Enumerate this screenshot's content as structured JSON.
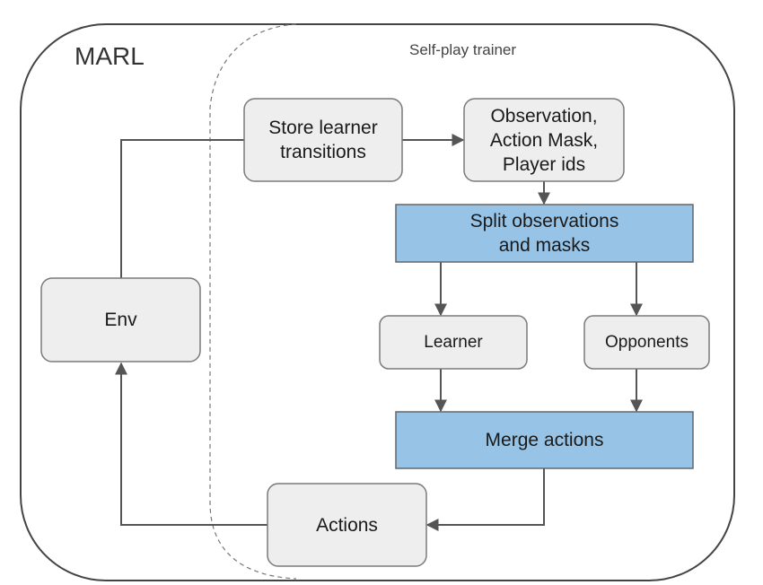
{
  "diagram": {
    "outer_title": "MARL",
    "region_title": "Self-play trainer",
    "nodes": {
      "store": "Store learner\ntransitions",
      "observation": "Observation,\nAction Mask,\nPlayer ids",
      "split": "Split observations\nand masks",
      "env": "Env",
      "learner": "Learner",
      "opponents": "Opponents",
      "merge": "Merge actions",
      "actions": "Actions"
    },
    "colors": {
      "box_fill": "#eeeeee",
      "box_stroke": "#7a7a7a",
      "process_fill": "#96c3e6",
      "process_stroke": "#666666",
      "line": "#555555"
    }
  }
}
